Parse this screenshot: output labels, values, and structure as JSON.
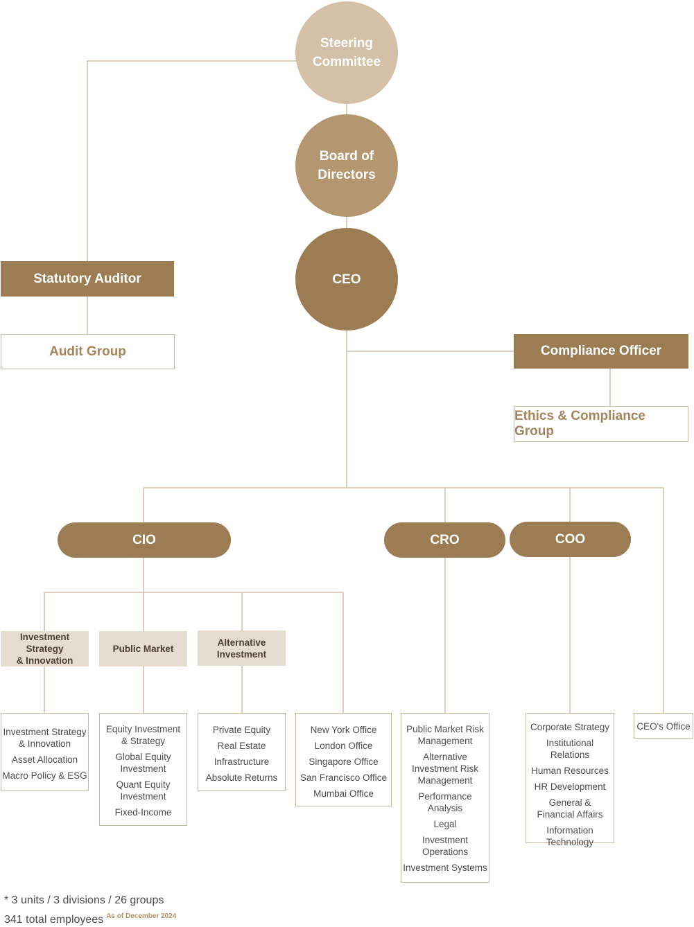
{
  "steering": "Steering\nCommittee",
  "board": "Board of\nDirectors",
  "ceo": "CEO",
  "statutory_auditor": "Statutory Auditor",
  "audit_group": "Audit Group",
  "compliance_officer": "Compliance Officer",
  "ethics_group": "Ethics & Compliance Group",
  "cio": "CIO",
  "cro": "CRO",
  "coo": "COO",
  "divisions": {
    "isi": "Investment Strategy\n& Innovation",
    "public": "Public Market",
    "alt": "Alternative\nInvestment"
  },
  "groups": {
    "isi": [
      "Investment Strategy\n& Innovation",
      "Asset Allocation",
      "Macro Policy & ESG"
    ],
    "public": [
      "Equity Investment\n& Strategy",
      "Global Equity\nInvestment",
      "Quant Equity\nInvestment",
      "Fixed-Income"
    ],
    "alt": [
      "Private Equity",
      "Real Estate",
      "Infrastructure",
      "Absolute Returns"
    ],
    "offices": [
      "New York Office",
      "London Office",
      "Singapore Office",
      "San Francisco Office",
      "Mumbai Office"
    ],
    "cro": [
      "Public Market Risk\nManagement",
      "Alternative\nInvestment Risk\nManagement",
      "Performance\nAnalysis",
      "Legal",
      "Investment\nOperations",
      "Investment Systems"
    ],
    "coo": [
      "Corporate Strategy",
      "Institutional Relations",
      "Human Resources",
      "HR Development",
      "General &\nFinancial Affairs",
      "Information\nTechnology"
    ],
    "ceo_office": [
      "CEO's Office"
    ]
  },
  "footnote_units": "* 3 units / 3 divisions / 26 groups",
  "footnote_employees": "341 total employees",
  "footnote_asof": "As of December 2024",
  "colors": {
    "steering": "#d3c0a6",
    "board": "#b49771",
    "ceo": "#9c7c53",
    "dark": "#9c7c53",
    "line": "#c9b597",
    "division_bg": "#e6ddd1"
  }
}
